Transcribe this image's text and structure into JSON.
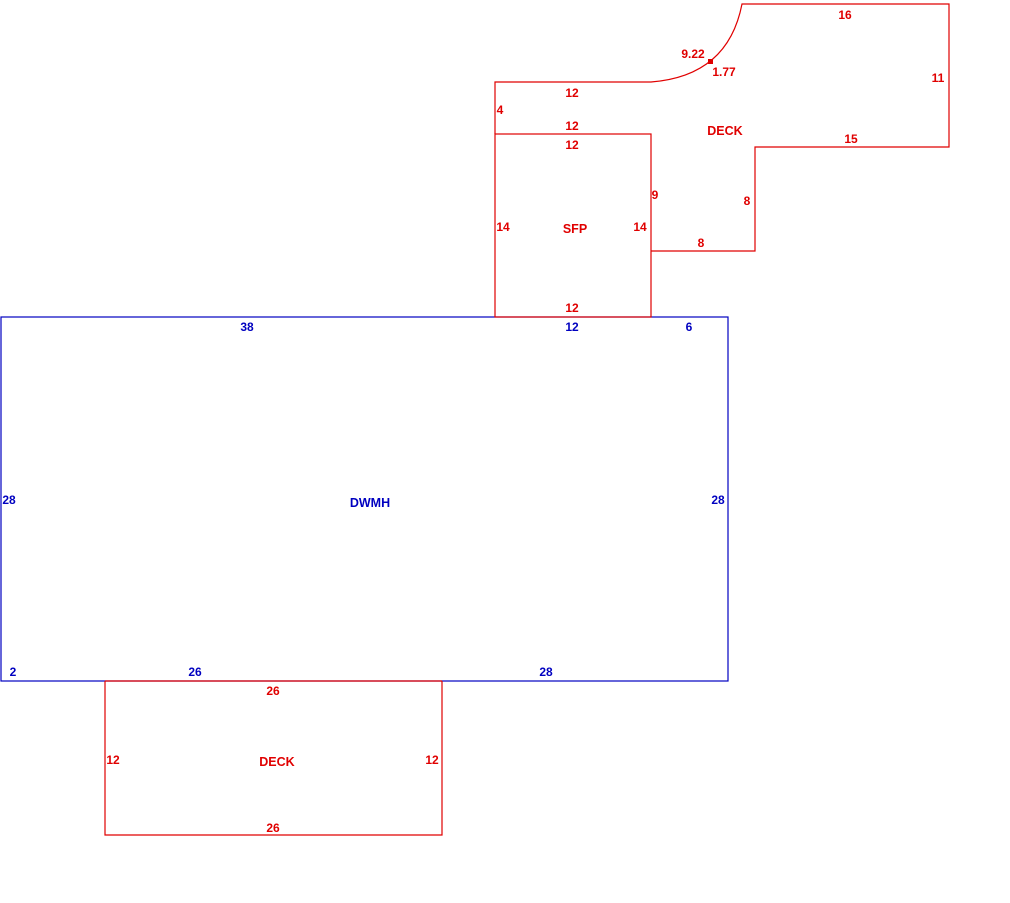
{
  "colors": {
    "deck": "#e00000",
    "main": "#0000c0",
    "background": "#ffffff"
  },
  "areas": {
    "upper_deck": {
      "name": "DECK",
      "dims": {
        "top": "16",
        "right": "11",
        "step_top": "15",
        "step_right": "8",
        "step_bottom": "8",
        "side": "9",
        "top_left": "12",
        "left": "4",
        "inner_top": "12",
        "arc_length": "9.22",
        "arc_offset": "1.77"
      }
    },
    "sfp": {
      "name": "SFP",
      "dims": {
        "top": "12",
        "left": "14",
        "right": "14",
        "bottom": "12"
      }
    },
    "dwmh": {
      "name": "DWMH",
      "dims": {
        "top_left": "38",
        "top_mid": "12",
        "top_right": "6",
        "left": "28",
        "right": "28",
        "bottom_left": "2",
        "bottom_mid": "26",
        "bottom_right": "28"
      }
    },
    "lower_deck": {
      "name": "DECK",
      "dims": {
        "top": "26",
        "left": "12",
        "right": "12",
        "bottom": "26"
      }
    }
  }
}
